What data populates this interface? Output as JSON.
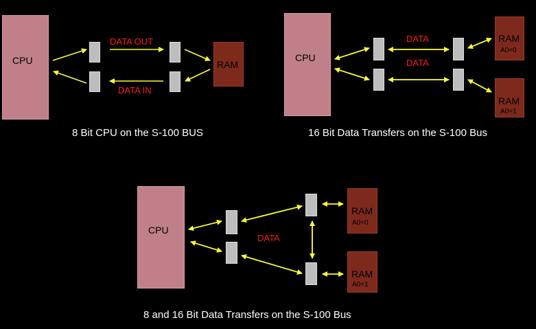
{
  "diagram1": {
    "cpu_label": "CPU",
    "ram_label": "RAM",
    "data_out_label": "DATA OUT",
    "data_in_label": "DATA IN",
    "caption": "8 Bit CPU on the S-100 BUS"
  },
  "diagram2": {
    "cpu_label": "CPU",
    "ram_top_label": "RAM",
    "ram_top_sub": "A0=0",
    "ram_bottom_label": "RAM",
    "ram_bottom_sub": "A0=1",
    "data_top_label": "DATA",
    "data_bottom_label": "DATA",
    "caption": "16 Bit Data Transfers on the S-100 Bus"
  },
  "diagram3": {
    "cpu_label": "CPU",
    "ram_top_label": "RAM",
    "ram_top_sub": "A0=0",
    "ram_bottom_label": "RAM",
    "ram_bottom_sub": "A0=1",
    "data_label": "DATA",
    "caption": "8 and 16 Bit Data Transfers on the S-100 Bus"
  },
  "colors": {
    "background": "#000000",
    "cpu": "#bf8089",
    "ram": "#7d2a1d",
    "buffer": "#bdbdbd",
    "arrow": "#ffff33",
    "data_text": "#ff1a1a",
    "caption_text": "#ffffff"
  }
}
